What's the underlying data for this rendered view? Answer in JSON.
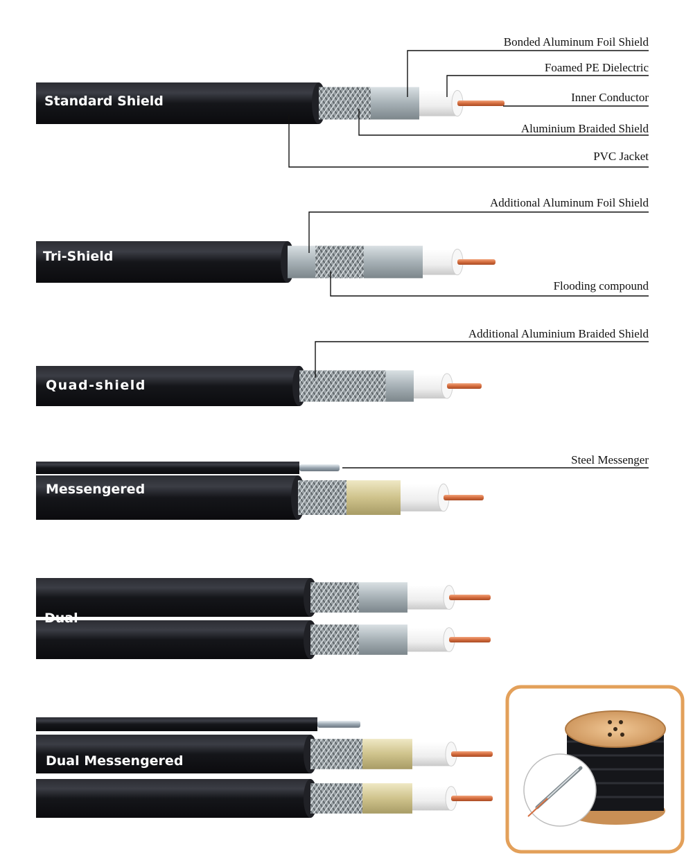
{
  "cables": [
    {
      "label": "Standard Shield",
      "type": "standard"
    },
    {
      "label": "Tri-Shield",
      "type": "tri"
    },
    {
      "label": "Quad-shield",
      "type": "quad"
    },
    {
      "label": "Messengered",
      "type": "messengered"
    },
    {
      "label": "Dual",
      "type": "dual"
    },
    {
      "label": "Dual Messengered",
      "type": "dual-messengered"
    }
  ],
  "callouts": {
    "bonded_foil": "Bonded Aluminum Foil Shield",
    "foamed_pe": "Foamed PE Dielectric",
    "inner_conductor": "Inner Conductor",
    "braided_shield": "Aluminium Braided Shield",
    "pvc_jacket": "PVC Jacket",
    "additional_foil": "Additional Aluminum Foil Shield",
    "flooding_compound": "Flooding compound",
    "additional_braid": "Additional Aluminium Braided Shield",
    "steel_messenger": "Steel Messenger"
  },
  "colors": {
    "jacket": "#141418",
    "jacket_highlight": "#3a3c44",
    "copper": "#d9774a",
    "dielectric": "#f4f4f4",
    "foil": "#b9c3c7",
    "foil_gold": "#d8cfa0",
    "braid": "#8e969a",
    "frame_orange": "#e3a05a"
  },
  "spool_icon": "cable-spool-icon"
}
